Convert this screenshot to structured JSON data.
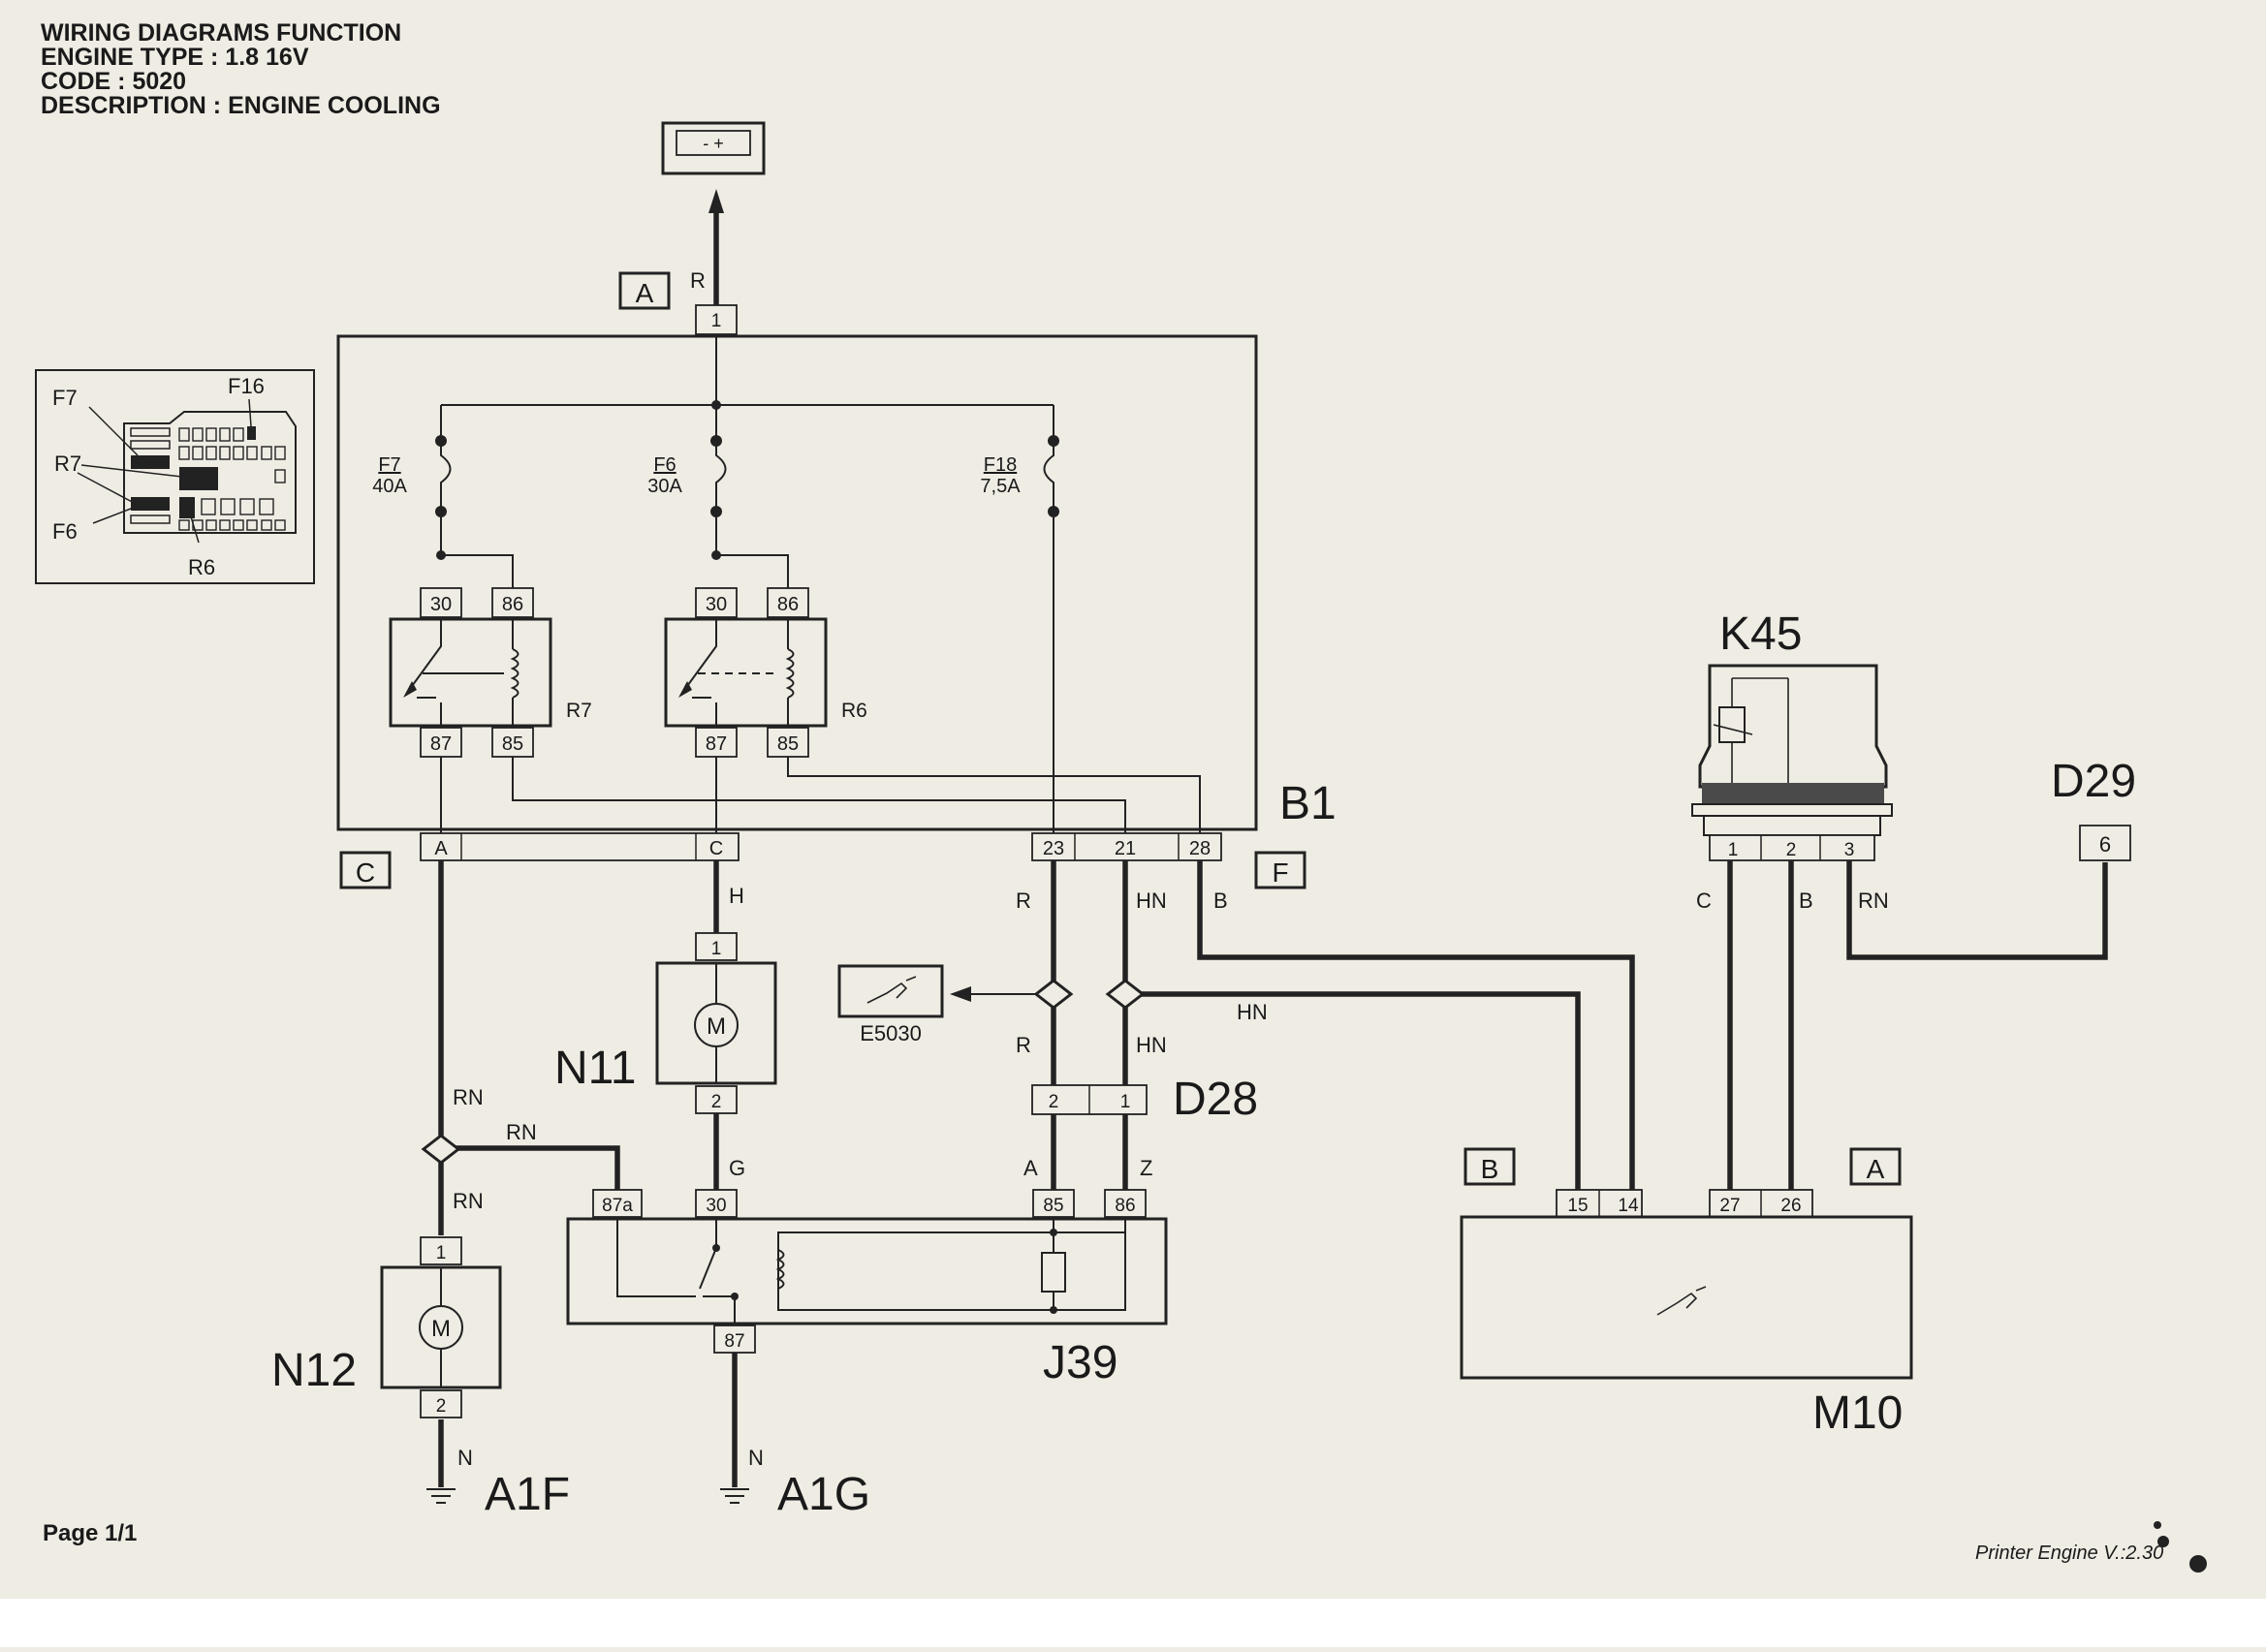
{
  "header": {
    "line1": "WIRING DIAGRAMS FUNCTION",
    "line2": "ENGINE TYPE : 1.8 16V",
    "line3": "CODE : 5020",
    "line4": "DESCRIPTION : ENGINE COOLING"
  },
  "footer": {
    "page": "Page 1/1",
    "printer": "Printer Engine V.:2.30"
  },
  "components": {
    "B1": "B1",
    "K45": "K45",
    "D29": "D29",
    "D28": "D28",
    "N11": "N11",
    "N12": "N12",
    "J39": "J39",
    "M10": "M10",
    "A1F": "A1F",
    "A1G": "A1G",
    "E5030": "E5030",
    "R7": "R7",
    "R6": "R6"
  },
  "connector_tags": {
    "A_top": "A",
    "C": "C",
    "F": "F",
    "B_m10": "B",
    "A_m10": "A"
  },
  "fuses": {
    "f7_name": "F7",
    "f7_rating": "40A",
    "f6_name": "F6",
    "f6_rating": "30A",
    "f18_name": "F18",
    "f18_rating": "7,5A"
  },
  "pins": {
    "b1_top": "1",
    "r7_30": "30",
    "r7_86": "86",
    "r7_87": "87",
    "r7_85": "85",
    "r6_30": "30",
    "r6_86": "86",
    "r6_87": "87",
    "r6_85": "85",
    "b1_A": "A",
    "b1_C": "C",
    "b1_23": "23",
    "b1_21": "21",
    "b1_28": "28",
    "n11_1": "1",
    "n11_2": "2",
    "n12_1": "1",
    "n12_2": "2",
    "d28_2": "2",
    "d28_1": "1",
    "j39_87a": "87a",
    "j39_30": "30",
    "j39_85": "85",
    "j39_86": "86",
    "j39_87": "87",
    "m10_15": "15",
    "m10_14": "14",
    "m10_27": "27",
    "m10_26": "26",
    "k45_1": "1",
    "k45_2": "2",
    "k45_3": "3",
    "d29_6": "6"
  },
  "wire_labels": {
    "w_R_top": "R",
    "w_H": "H",
    "w_R_23": "R",
    "w_HN_21": "HN",
    "w_B_28": "B",
    "w_R_d28": "R",
    "w_HN_d28": "HN",
    "w_HN_horiz": "HN",
    "w_RN_left": "RN",
    "w_RN_branch": "RN",
    "w_RN_n12": "RN",
    "w_G": "G",
    "w_A": "A",
    "w_Z": "Z",
    "w_C_k45": "C",
    "w_B_k45": "B",
    "w_RN_k45": "RN",
    "w_N_a1f": "N",
    "w_N_a1g": "N"
  },
  "inset": {
    "F7": "F7",
    "F16": "F16",
    "R7": "R7",
    "F6": "F6",
    "R6": "R6"
  },
  "battery_symbol": "- +",
  "motor_symbol": "M"
}
